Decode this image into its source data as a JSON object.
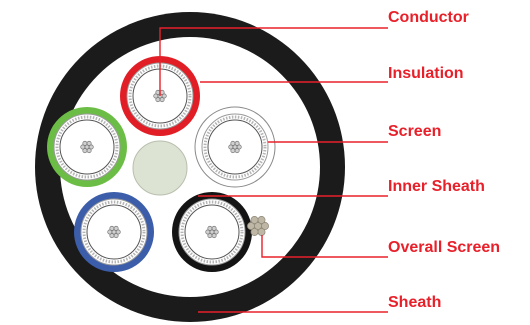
{
  "labels": {
    "conductor": "Conductor",
    "insulation": "Insulation",
    "screen": "Screen",
    "inner_sheath": "Inner Sheath",
    "overall_screen": "Overall Screen",
    "sheath": "Sheath"
  },
  "colors": {
    "label_text": "#e8202a",
    "leader_line": "#e8202a",
    "sheath": "#1b1b1b",
    "bedding": "#ffffff",
    "core_red": "#e11e26",
    "core_green": "#6cbd45",
    "core_blue": "#3b5daa",
    "core_black": "#141414",
    "core_white": "#ffffff",
    "filler": "#dde3d2",
    "insulation_white": "#ffffff",
    "conductor_strands": "#aaaaaa",
    "overall_screen_wire": "#bfb7a6"
  },
  "cores": [
    {
      "name": "red-core",
      "color_key": "core_red"
    },
    {
      "name": "white-core",
      "color_key": "core_white"
    },
    {
      "name": "black-core",
      "color_key": "core_black"
    },
    {
      "name": "blue-core",
      "color_key": "core_blue"
    },
    {
      "name": "green-core",
      "color_key": "core_green"
    }
  ]
}
